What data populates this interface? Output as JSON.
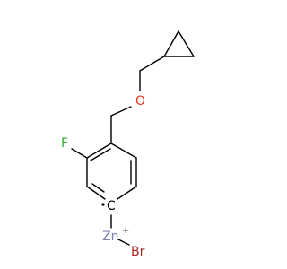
{
  "structure": {
    "atoms": {
      "oxygen": {
        "symbol": "O",
        "color": "#e8311a"
      },
      "fluorine": {
        "symbol": "F",
        "color": "#33aa33"
      },
      "radical_carbon": {
        "symbol": "C",
        "color": "#000000"
      },
      "zinc": {
        "symbol": "Zn",
        "color": "#7d80b0"
      },
      "zinc_charge": {
        "symbol": "+",
        "color": "#000000"
      },
      "bromine": {
        "symbol": "Br",
        "color": "#a62929"
      }
    }
  }
}
